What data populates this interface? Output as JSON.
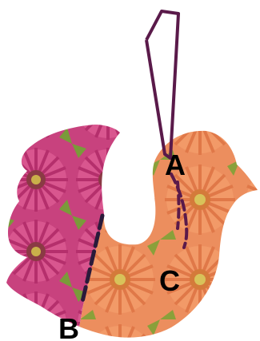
{
  "figure": {
    "labels": {
      "a": "A",
      "b": "B",
      "c": "C"
    },
    "colors": {
      "left_fabric": "#c8427e",
      "right_fabric": "#ec8e5e",
      "string": "#5a1a4a",
      "background": "#ffffff"
    }
  }
}
